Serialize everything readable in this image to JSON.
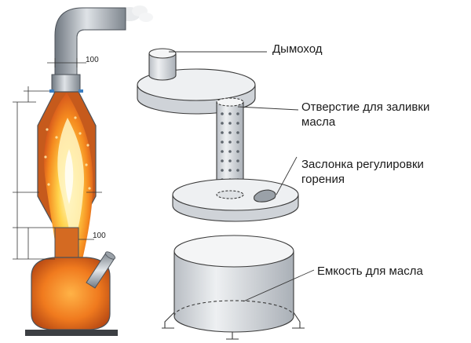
{
  "labels": {
    "chimney": "Дымоход",
    "fill_hole_line1": "Отверстие для заливки",
    "fill_hole_line2": "масла",
    "damper_line1": "Заслонка регулировки",
    "damper_line2": "горения",
    "oil_tank": "Емкость для масла"
  },
  "dimensions": {
    "top_pipe": "100",
    "side_pipe": "100"
  },
  "colors": {
    "flame_core": "#fff6b0",
    "flame_mid": "#ffb020",
    "flame_outer": "#e8561a",
    "metal": "#d9dde2",
    "metal_dark": "#8c939b",
    "outline": "#3a3a3a"
  }
}
